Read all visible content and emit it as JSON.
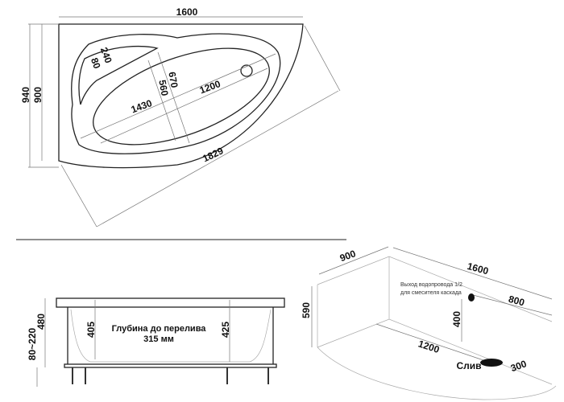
{
  "top_view": {
    "width": "1600",
    "depth_total": "940",
    "depth": "900",
    "headrest": "240",
    "headrest_inner": "80",
    "bowl_width_outer": "670",
    "bowl_width_inner": "560",
    "bowl_length_inner": "1200",
    "bowl_length_outer": "1430",
    "diagonal": "1829"
  },
  "side_view": {
    "height": "480",
    "legs": "80~220",
    "depth_left": "405",
    "depth_right": "425",
    "overflow_caption": "Глубина до перелива",
    "overflow_value": "315 мм"
  },
  "iso_view": {
    "side": "900",
    "length": "1600",
    "wall_height": "590",
    "water_note_1": "Выход водопровода 1/2",
    "water_note_2": "для смесителя каскада",
    "water_offset": "800",
    "water_height": "400",
    "drain_distance": "1200",
    "drain_label": "Слив",
    "drain_offset": "300"
  }
}
